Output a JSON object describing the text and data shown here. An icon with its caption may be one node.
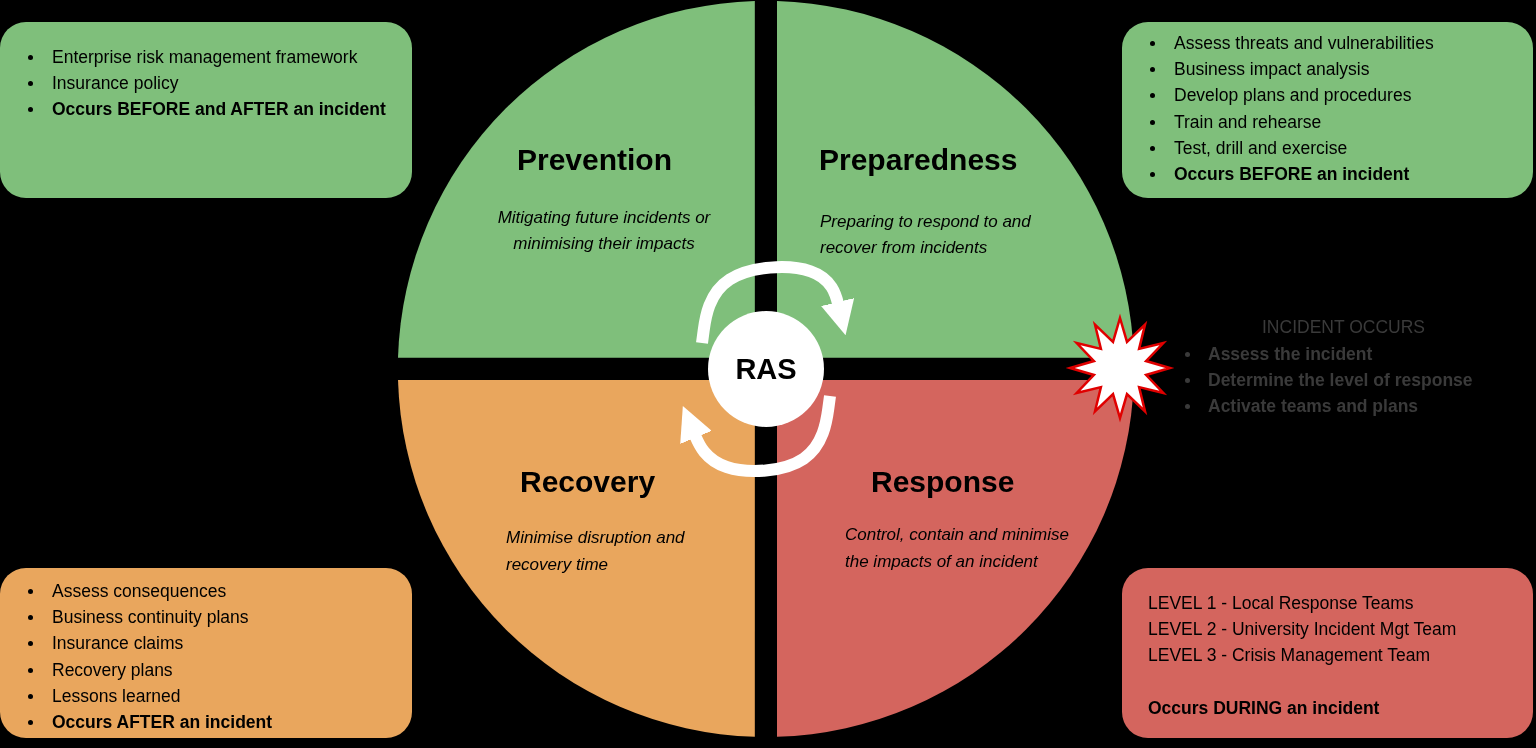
{
  "diagram": {
    "nodes": [
      {
        "text": [
          "Enterprise risk management framework",
          "Insurance policy",
          "**Occurs BEFORE and AFTER an incident**"
        ]
      },
      {
        "text": [
          "Prevention",
          "Mitigating future incidents or minimising their impacts"
        ]
      },
      {
        "text": [
          "Preparedness",
          "Preparing to respond to and recover from incidents"
        ]
      },
      {
        "text": [
          "Assess threats and vulnerabilities",
          "Business impact analysis",
          "Develop plans and procedures",
          "Train and rehearse",
          "Test, drill and exercise",
          "**Occurs BEFORE an incident**"
        ]
      },
      {
        "text": [
          "RAS"
        ]
      },
      {
        "text": [
          "Recovery",
          "Minimise disruption and recovery time"
        ]
      },
      {
        "text": [
          "Response",
          "Control, contain and minimise the impacts of an incident"
        ]
      },
      {
        "text": [
          "Assess consequences",
          "Business continuity plans",
          "Insurance claims",
          "Recovery plans",
          "Lessons learned",
          "**Occurs AFTER an incident**"
        ]
      },
      {
        "text": [
          "LEVEL 1 - Local Response Teams",
          "LEVEL 2 - University Incident Mgt Team",
          "LEVEL 3 - Crisis Management Team",
          "**Occurs DURING an incident**"
        ]
      }
    ],
    "edges": [
      {
        "from": 1,
        "to": 2,
        "arrow": "to"
      },
      {
        "from": 6,
        "to": 5,
        "arrow": "to"
      }
    ],
    "labels": [
      "INCIDENT OCCURS",
      "Assess the incident",
      "Determine the level of response",
      "Activate teams and plans"
    ]
  }
}
